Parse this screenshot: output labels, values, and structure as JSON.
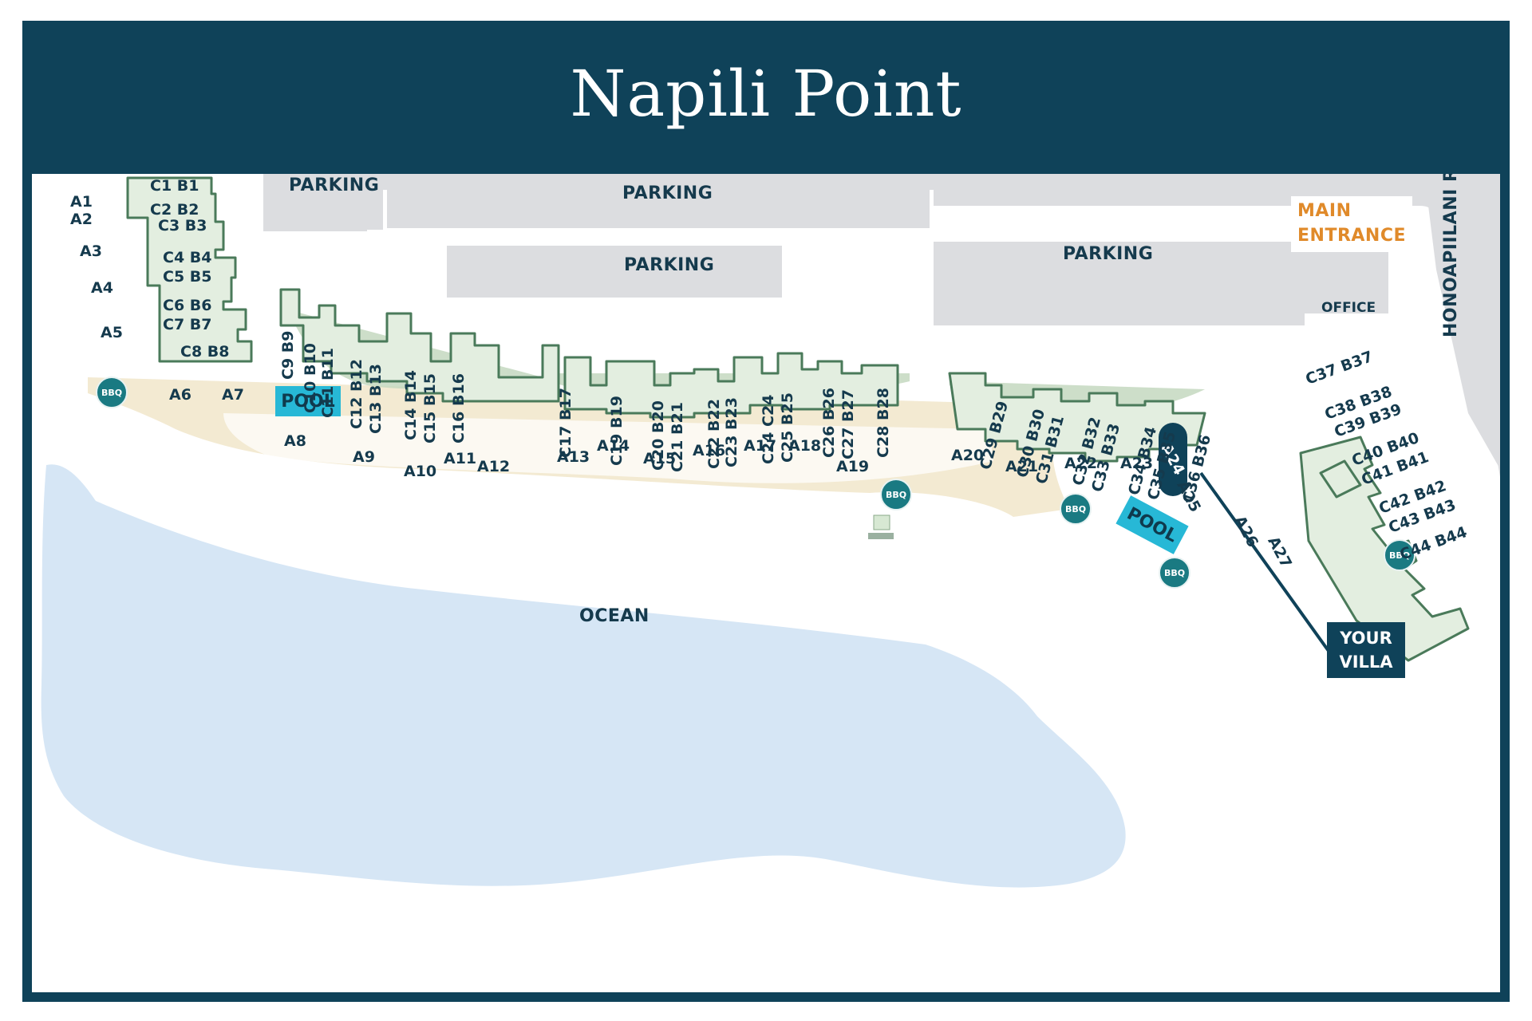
{
  "title": "Napili Point",
  "colors": {
    "header": "#0f4259",
    "building": "#e3eee0",
    "building_stroke": "#4a7a5a",
    "parking": "#dcdde0",
    "beach": "#f3ead2",
    "ocean": "#d6e6f5",
    "pool": "#27b8d6",
    "bbq": "#1a7a82",
    "entrance": "#e08a2a"
  },
  "labels": {
    "parking": "PARKING",
    "main_entrance_1": "MAIN",
    "main_entrance_2": "ENTRANCE",
    "road": "HONOAPIILANI ROAD",
    "office": "OFFICE",
    "pool": "POOL",
    "bbq": "BBQ",
    "ocean": "OCEAN",
    "your_villa_1": "YOUR",
    "your_villa_2": "VILLA"
  },
  "units_a": {
    "a1": "A1",
    "a2": "A2",
    "a3": "A3",
    "a4": "A4",
    "a5": "A5",
    "a6": "A6",
    "a7": "A7",
    "a8": "A8",
    "a9": "A9",
    "a10": "A10",
    "a11": "A11",
    "a12": "A12",
    "a13": "A13",
    "a14": "A14",
    "a15": "A15",
    "a16": "A16",
    "a17": "A17",
    "a18": "A18",
    "a19": "A19",
    "a20": "A20",
    "a21": "A21",
    "a22": "A22",
    "a23": "A23",
    "a24": "A24",
    "a25": "A25",
    "a26": "A26",
    "a27": "A27"
  },
  "units_cb": {
    "c1": "C1 B1",
    "c2": "C2 B2",
    "c3": "C3 B3",
    "c4": "C4 B4",
    "c5": "C5 B5",
    "c6": "C6 B6",
    "c7": "C7 B7",
    "c8": "C8 B8",
    "c9": "C9 B9",
    "c10": "C10 B10",
    "c11": "C11 B11",
    "c12": "C12 B12",
    "c13": "C13 B13",
    "c14": "C14 B14",
    "c15": "C15 B15",
    "c16": "C16 B16",
    "c17": "C17 B17",
    "c19": "C19 B19",
    "c20": "C20 B20",
    "c21": "C21 B21",
    "c22": "C22 B22",
    "c23": "C23 B23",
    "c24": "C24 C24",
    "c25": "C25 B25",
    "c26": "C26 B26",
    "c27": "C27 B27",
    "c28": "C28 B28",
    "c29": "C29 B29",
    "c30": "C30 B30",
    "c31": "C31 B31",
    "c32": "C32 B32",
    "c33": "C33 B33",
    "c34": "C34 B34",
    "c35": "C35 B35",
    "c36": "C36 B36",
    "c37": "C37 B37",
    "c38": "C38 B38",
    "c39": "C39 B39",
    "c40": "C40 B40",
    "c41": "C41 B41",
    "c42": "C42 B42",
    "c43": "C43 B43",
    "c44": "C44 B44"
  }
}
